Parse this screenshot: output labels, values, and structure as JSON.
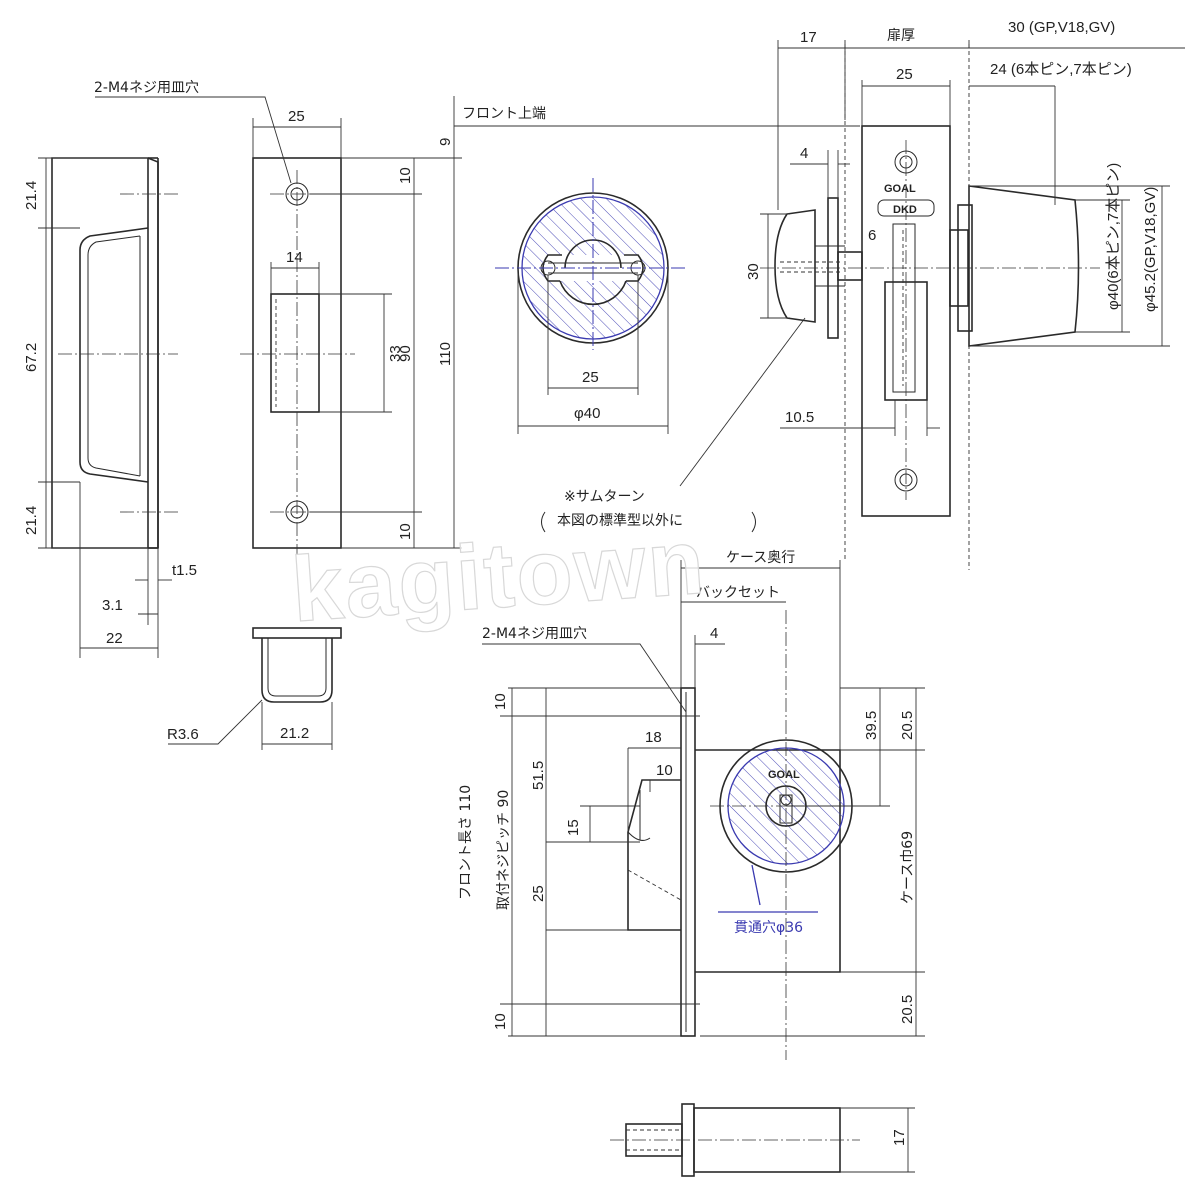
{
  "watermark": "kagitown",
  "brand": {
    "line1": "GOAL",
    "line2": "DKD",
    "center_brand": "GOAL"
  },
  "strike_side": {
    "hole_label": "2-M4ネジ用皿穴",
    "dims": {
      "top": "21.4",
      "middle": "67.2",
      "bottom": "21.4",
      "thickness": "t1.5",
      "offset": "3.1",
      "depth": "22",
      "radius": "R3.6",
      "box_width": "21.2"
    }
  },
  "strike_front": {
    "dims": {
      "width": "25",
      "hole_top": "10",
      "hole_bottom": "10",
      "pitch": "90",
      "total": "110",
      "top_gap": "9",
      "slot_width": "14",
      "slot_height": "33"
    }
  },
  "thumbturn": {
    "dims": {
      "inner": "25",
      "outer": "φ40"
    },
    "note_line1": "※サムターン",
    "note_line2": "本図の標準型以外に"
  },
  "lock_side": {
    "front_top_label": "フロント上端",
    "dims": {
      "d17": "17",
      "door": "扉厚",
      "d30": "30 (GP,V18,GV)",
      "d24": "24 (6本ピン,7本ピン)",
      "d25": "25",
      "d4": "4",
      "d30v": "30",
      "d6": "6",
      "d10_5": "10.5",
      "dia40": "φ40(6本ピン,7本ピン)",
      "dia45": "φ45.2(GP,V18,GV)"
    }
  },
  "case_front": {
    "dims": {
      "case_depth": "ケース奥行",
      "backset": "バックセット",
      "hole_label": "2-M4ネジ用皿穴",
      "d4": "4",
      "d10_top": "10",
      "front_length": "フロント長さ 110",
      "pitch": "取付ネジピッチ 90",
      "d51_5": "51.5",
      "d15": "15",
      "d25": "25",
      "d10_bottom": "10",
      "d18": "18",
      "d10": "10",
      "d39_5": "39.5",
      "d20_5_top": "20.5",
      "case_width": "ケース巾69",
      "d20_5_bottom": "20.5",
      "through_hole": "貫通穴φ36"
    }
  },
  "bolt": {
    "dims": {
      "d17": "17"
    }
  }
}
